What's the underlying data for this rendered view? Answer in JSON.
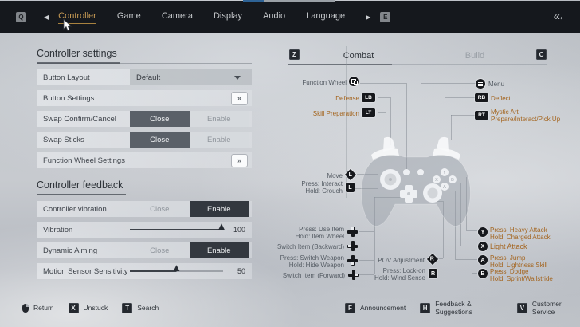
{
  "titlebar": {
    "left_key": "Q",
    "right_key": "E",
    "icons": {
      "prev": "◀",
      "next": "▶",
      "collapse": "«←"
    },
    "tabs": [
      {
        "label": "Controller",
        "active": true
      },
      {
        "label": "Game",
        "active": false
      },
      {
        "label": "Camera",
        "active": false
      },
      {
        "label": "Display",
        "active": false
      },
      {
        "label": "Audio",
        "active": false
      },
      {
        "label": "Language",
        "active": false
      }
    ]
  },
  "settings": {
    "section1": {
      "title": "Controller settings"
    },
    "section2": {
      "title": "Controller feedback"
    },
    "rows": {
      "button_layout": {
        "label": "Button Layout",
        "value": "Default"
      },
      "button_settings": {
        "label": "Button Settings",
        "more": "»"
      },
      "swap_confirm": {
        "label": "Swap Confirm/Cancel",
        "close": "Close",
        "enable": "Enable",
        "selected": "Close"
      },
      "swap_sticks": {
        "label": "Swap Sticks",
        "close": "Close",
        "enable": "Enable",
        "selected": "Close"
      },
      "function_wheel_settings": {
        "label": "Function Wheel Settings",
        "more": "»"
      },
      "controller_vibration": {
        "label": "Controller vibration",
        "close": "Close",
        "enable": "Enable",
        "selected": "Enable"
      },
      "vibration": {
        "label": "Vibration",
        "value": "100"
      },
      "dynamic_aiming": {
        "label": "Dynamic Aiming",
        "close": "Close",
        "enable": "Enable",
        "selected": "Enable"
      },
      "motion_sensor": {
        "label": "Motion Sensor Sensitivity",
        "value": "50"
      }
    }
  },
  "mapping": {
    "left_tab_key": "Z",
    "right_tab_key": "C",
    "tabs": {
      "combat": "Combat",
      "build": "Build"
    },
    "labels": {
      "function_wheel": "Function Wheel",
      "defense": "Defense",
      "skill_preparation": "Skill Preparation",
      "menu": "Menu",
      "deflect": "Deflect",
      "mystic_1": "Mystic Art",
      "mystic_2": "Prepare/Interact/Pick Up",
      "move": "Move",
      "interact_1": "Press: Interact",
      "interact_2": "Hold: Crouch",
      "use_item_1": "Press: Use Item",
      "use_item_2": "Hold: Item Wheel",
      "switch_item_backward": "Switch Item (Backward)",
      "switch_weapon_1": "Press: Switch Weapon",
      "switch_weapon_2": "Hold: Hide Weapon",
      "switch_item_forward": "Switch Item (Forward)",
      "pov": "POV Adjustment",
      "lockon_1": "Press: Lock-on",
      "lockon_2": "Hold: Wind Sense",
      "heavy_1": "Press: Heavy Attack",
      "heavy_2": "Hold: Charged Attack",
      "light_attack": "Light Attack",
      "jump_1": "Press: Jump",
      "jump_2": "Hold: Lightness Skill",
      "dodge_1": "Press: Dodge",
      "dodge_2": "Hold: Sprint/Wallstride"
    },
    "badges": {
      "lb": "LB",
      "lt": "LT",
      "rb": "RB",
      "rt": "RT",
      "l": "L",
      "r": "R",
      "y": "Y",
      "x": "X",
      "a": "A",
      "b": "B"
    }
  },
  "footer": {
    "left": [
      {
        "icon": "mouse-right-click",
        "label": "Return"
      },
      {
        "key": "X",
        "label": "Unstuck"
      },
      {
        "key": "T",
        "label": "Search"
      }
    ],
    "right": [
      {
        "key": "F",
        "label": "Announcement"
      },
      {
        "key": "H",
        "label": "Feedback & Suggestions"
      },
      {
        "key": "V",
        "label": "Customer Service"
      }
    ]
  },
  "colors": {
    "accent_gold": "#c89b54",
    "accent_orange": "#a4651f",
    "topbar": "#15181d"
  }
}
